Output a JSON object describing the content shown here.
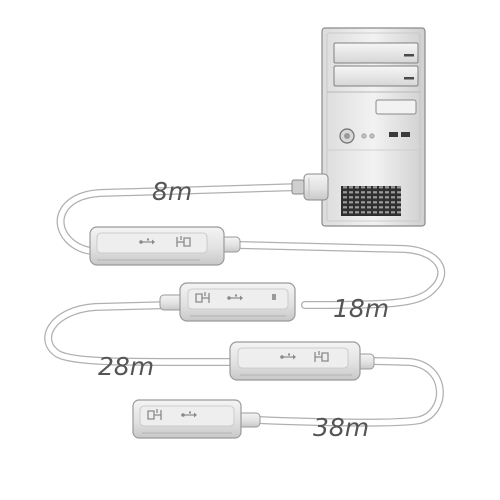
{
  "diagram": {
    "labels": {
      "len_1": "8m",
      "len_2": "18m",
      "len_3": "28m",
      "len_4": "38m"
    },
    "colors": {
      "cable_outline": "#b0b0b0",
      "cable_fill": "#ffffff",
      "device_body": "#e4e4e4",
      "device_shadow": "#c2c2c2",
      "device_edge": "#9a9a9a",
      "label_text": "#555555",
      "vent": "#333333"
    },
    "icons": [
      "computer-tower-icon",
      "usb-icon"
    ]
  }
}
